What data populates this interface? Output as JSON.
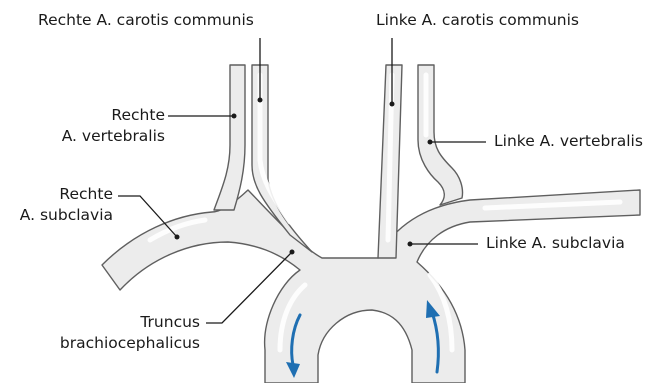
{
  "labels": {
    "right_carotis": "Rechte A. carotis communis",
    "left_carotis": "Linke A. carotis communis",
    "right_vertebralis_line1": "Rechte",
    "right_vertebralis_line2": "A. vertebralis",
    "left_vertebralis": "Linke A. vertebralis",
    "right_subclavia_line1": "Rechte",
    "right_subclavia_line2": "A. subclavia",
    "left_subclavia": "Linke A. subclavia",
    "truncus_line1": "Truncus",
    "truncus_line2": "brachiocephalicus"
  },
  "colors": {
    "vessel_fill": "#ececec",
    "vessel_outline": "#5f5f5f",
    "flow_arrow": "#1f6fb2",
    "text": "#1a1a1a"
  }
}
